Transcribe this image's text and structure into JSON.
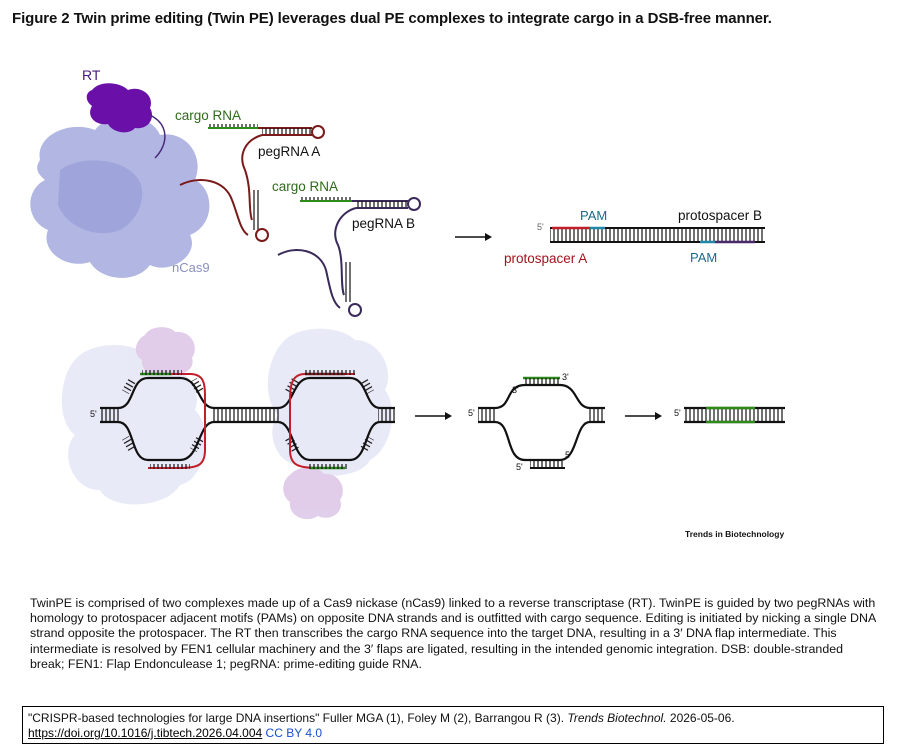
{
  "title": "Figure 2 Twin prime editing (Twin PE) leverages dual PE complexes to integrate cargo in a DSB-free manner.",
  "labels": {
    "rt": "RT",
    "cargo_rna_a": "cargo RNA",
    "pegrna_a": "pegRNA A",
    "cargo_rna_b": "cargo RNA",
    "pegrna_b": "pegRNA B",
    "ncas9": "nCas9",
    "pam_top": "PAM",
    "protospacer_b": "protospacer B",
    "protospacer_a": "protospacer A",
    "pam_bottom": "PAM",
    "five_prime": "5'",
    "three_prime": "3'",
    "journal_mark": "Trends in Biotechnology"
  },
  "description": "TwinPE is comprised of two complexes made up of a Cas9 nickase (nCas9) linked to a reverse transcriptase (RT). TwinPE is guided by two pegRNAs with homology to protospacer adjacent motifs (PAMs) on opposite DNA strands and is outfitted with cargo sequence. Editing is initiated by nicking a single DNA strand opposite the protospacer. The RT then transcribes the cargo RNA sequence into the target DNA, resulting in a 3′ DNA flap intermediate. This intermediate is resolved by FEN1 cellular machinery and the 3′ flaps are ligated, resulting in the intended genomic integration. DSB: double-stranded break; FEN1: Flap Endonculease 1; pegRNA: prime-editing guide RNA.",
  "citation": {
    "text": "\"CRISPR-based technologies for large DNA insertions\" Fuller MGA (1), Foley M (2), Barrangou R (3). ",
    "journal": "Trends Biotechnol.",
    "date": " 2026-05-06.",
    "doi": "https://doi.org/10.1016/j.tibtech.2026.04.004",
    "license": "CC BY 4.0"
  },
  "colors": {
    "cas9": "#a9aee0",
    "rt": "#6a0fa8",
    "pegrna": "#7a1a1a",
    "cargo": "#2e8b1a",
    "pam": "#1e8aa8",
    "protospacer_a": "#c41e2a",
    "protospacer_b": "#4a2a6a",
    "dna": "#111111"
  }
}
